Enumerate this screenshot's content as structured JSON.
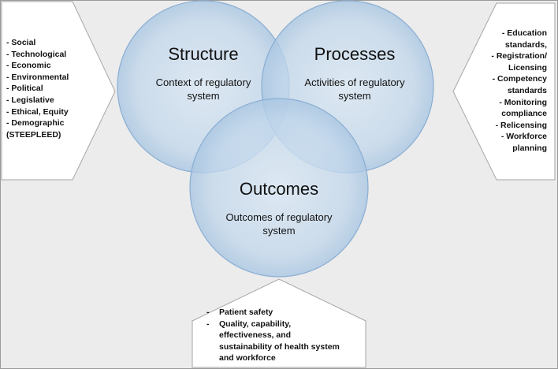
{
  "circles": {
    "structure": {
      "title": "Structure",
      "subtitle_line1": "Context of regulatory",
      "subtitle_line2": "system"
    },
    "processes": {
      "title": "Processes",
      "subtitle_line1": "Activities of regulatory",
      "subtitle_line2": "system"
    },
    "outcomes": {
      "title": "Outcomes",
      "subtitle_line1": "Outcomes of regulatory",
      "subtitle_line2": "system"
    }
  },
  "left_box": {
    "items": [
      "- Social",
      "- Technological",
      "- Economic",
      "- Environmental",
      "- Political",
      "- Legislative",
      "- Ethical, Equity",
      "- Demographic",
      "(STEEPLEED)"
    ]
  },
  "right_box": {
    "items": [
      "- Education",
      "standards,",
      "- Registration/",
      "Licensing",
      "- Competency",
      "standards",
      "- Monitoring",
      "compliance",
      "- Relicensing",
      "- Workforce",
      "planning"
    ]
  },
  "bottom_box": {
    "dash": "-",
    "item1": "Patient safety",
    "item2_lines": [
      "Quality, capability,",
      "effectiveness, and",
      "sustainability of health system",
      "and workforce"
    ]
  },
  "colors": {
    "circle_fill": "#bcd3e9",
    "circle_stroke": "#8aaed3",
    "background": "#ececec",
    "box_fill": "#ffffff",
    "box_stroke": "#aaaaaa"
  }
}
